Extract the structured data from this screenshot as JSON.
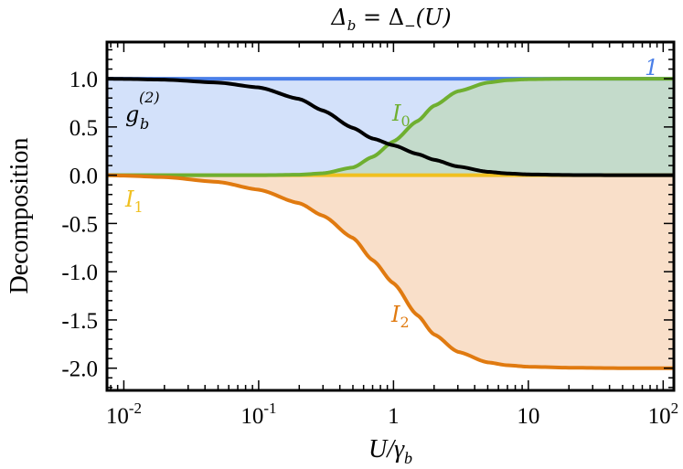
{
  "chart_data": {
    "type": "line",
    "title": "Δ_b = Δ_−(U)",
    "title_parts": {
      "main": "Δ",
      "sub": "b",
      "mid": " = Δ",
      "sub2": "−",
      "tail": "(U)"
    },
    "xlabel": "U/γ_b",
    "xlabel_parts": {
      "main": "U/γ",
      "sub": "b"
    },
    "ylabel": "Decomposition",
    "xscale": "log",
    "xlim": [
      0.0075,
      120
    ],
    "ylim": [
      -2.23,
      1.38
    ],
    "grid": false,
    "legend": "none",
    "x_ticks": [
      {
        "value": 0.01,
        "base": "10",
        "exp": "-2"
      },
      {
        "value": 0.1,
        "base": "10",
        "exp": "-1"
      },
      {
        "value": 1,
        "base": "1",
        "exp": ""
      },
      {
        "value": 10,
        "base": "10",
        "exp": ""
      },
      {
        "value": 100,
        "base": "10",
        "exp": "2"
      }
    ],
    "y_ticks": [
      {
        "value": 1.0,
        "label": "1.0"
      },
      {
        "value": 0.5,
        "label": "0.5"
      },
      {
        "value": 0.0,
        "label": "0.0"
      },
      {
        "value": -0.5,
        "label": "-0.5"
      },
      {
        "value": -1.0,
        "label": "-1.0"
      },
      {
        "value": -1.5,
        "label": "-1.5"
      },
      {
        "value": -2.0,
        "label": "-2.0"
      }
    ],
    "x": [
      0.0075,
      0.01,
      0.02,
      0.05,
      0.1,
      0.2,
      0.3,
      0.5,
      0.7,
      1.0,
      1.5,
      2.0,
      3.0,
      5.0,
      7.0,
      10,
      20,
      50,
      100,
      120
    ],
    "series": [
      {
        "key": "one",
        "label": "1",
        "color": "#4A7FE8",
        "fill": "#D3E1FA",
        "values": [
          1.0,
          1.0,
          1.0,
          1.0,
          1.0,
          1.0,
          1.0,
          1.0,
          1.0,
          1.0,
          1.0,
          1.0,
          1.0,
          1.0,
          1.0,
          1.0,
          1.0,
          1.0,
          1.0,
          1.0
        ]
      },
      {
        "key": "g2",
        "label_main": "g",
        "label_sub": "b",
        "label_sup": "(2)",
        "color": "#000000",
        "values": [
          1.0,
          0.998,
          0.99,
          0.96,
          0.91,
          0.79,
          0.67,
          0.49,
          0.38,
          0.31,
          0.22,
          0.16,
          0.09,
          0.035,
          0.018,
          0.008,
          0.002,
          0.0,
          0.0,
          0.0
        ]
      },
      {
        "key": "I0",
        "label_main": "I",
        "label_sub": "0",
        "color": "#6FAF30",
        "fill": "#C4DBCB",
        "values": [
          0.0,
          0.0,
          0.0,
          0.0,
          0.0,
          0.005,
          0.02,
          0.08,
          0.19,
          0.35,
          0.56,
          0.72,
          0.87,
          0.96,
          0.985,
          0.995,
          1.0,
          1.0,
          1.0,
          1.0
        ]
      },
      {
        "key": "I1",
        "label_main": "I",
        "label_sub": "1",
        "color": "#F0C020",
        "values": [
          0.0,
          0.0,
          0.0,
          0.0,
          0.0,
          0.0,
          0.0,
          0.0,
          0.0,
          0.0,
          0.0,
          0.0,
          0.0,
          0.0,
          0.0,
          0.0,
          0.0,
          0.0,
          0.0,
          0.0
        ]
      },
      {
        "key": "I2",
        "label_main": "I",
        "label_sub": "2",
        "color": "#E07A10",
        "fill": "#F9DFC9",
        "values": [
          0.0,
          -0.005,
          -0.02,
          -0.07,
          -0.15,
          -0.29,
          -0.42,
          -0.65,
          -0.88,
          -1.12,
          -1.45,
          -1.65,
          -1.83,
          -1.94,
          -1.97,
          -1.985,
          -1.995,
          -2.0,
          -2.0,
          -2.0
        ]
      }
    ]
  }
}
